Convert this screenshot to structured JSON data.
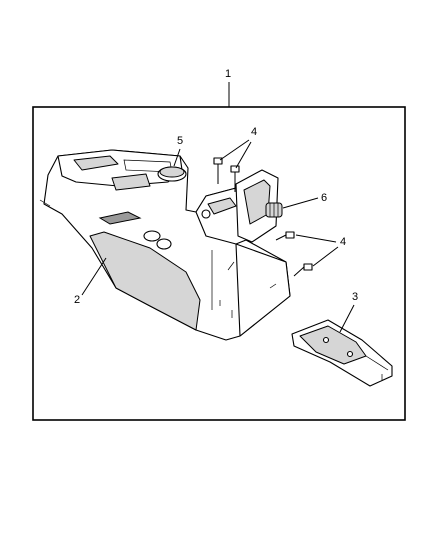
{
  "callouts": [
    {
      "id": "c1",
      "label": "1"
    },
    {
      "id": "c2",
      "label": "2"
    },
    {
      "id": "c3",
      "label": "3"
    },
    {
      "id": "c4a",
      "label": "4"
    },
    {
      "id": "c4b",
      "label": "4"
    },
    {
      "id": "c5",
      "label": "5"
    },
    {
      "id": "c6",
      "label": "6"
    }
  ],
  "parts": [
    {
      "number": "1",
      "name": "console-assembly"
    },
    {
      "number": "2",
      "name": "floor-console"
    },
    {
      "number": "3",
      "name": "mounting-bracket"
    },
    {
      "number": "4",
      "name": "screws"
    },
    {
      "number": "5",
      "name": "plug"
    },
    {
      "number": "6",
      "name": "knob"
    }
  ]
}
